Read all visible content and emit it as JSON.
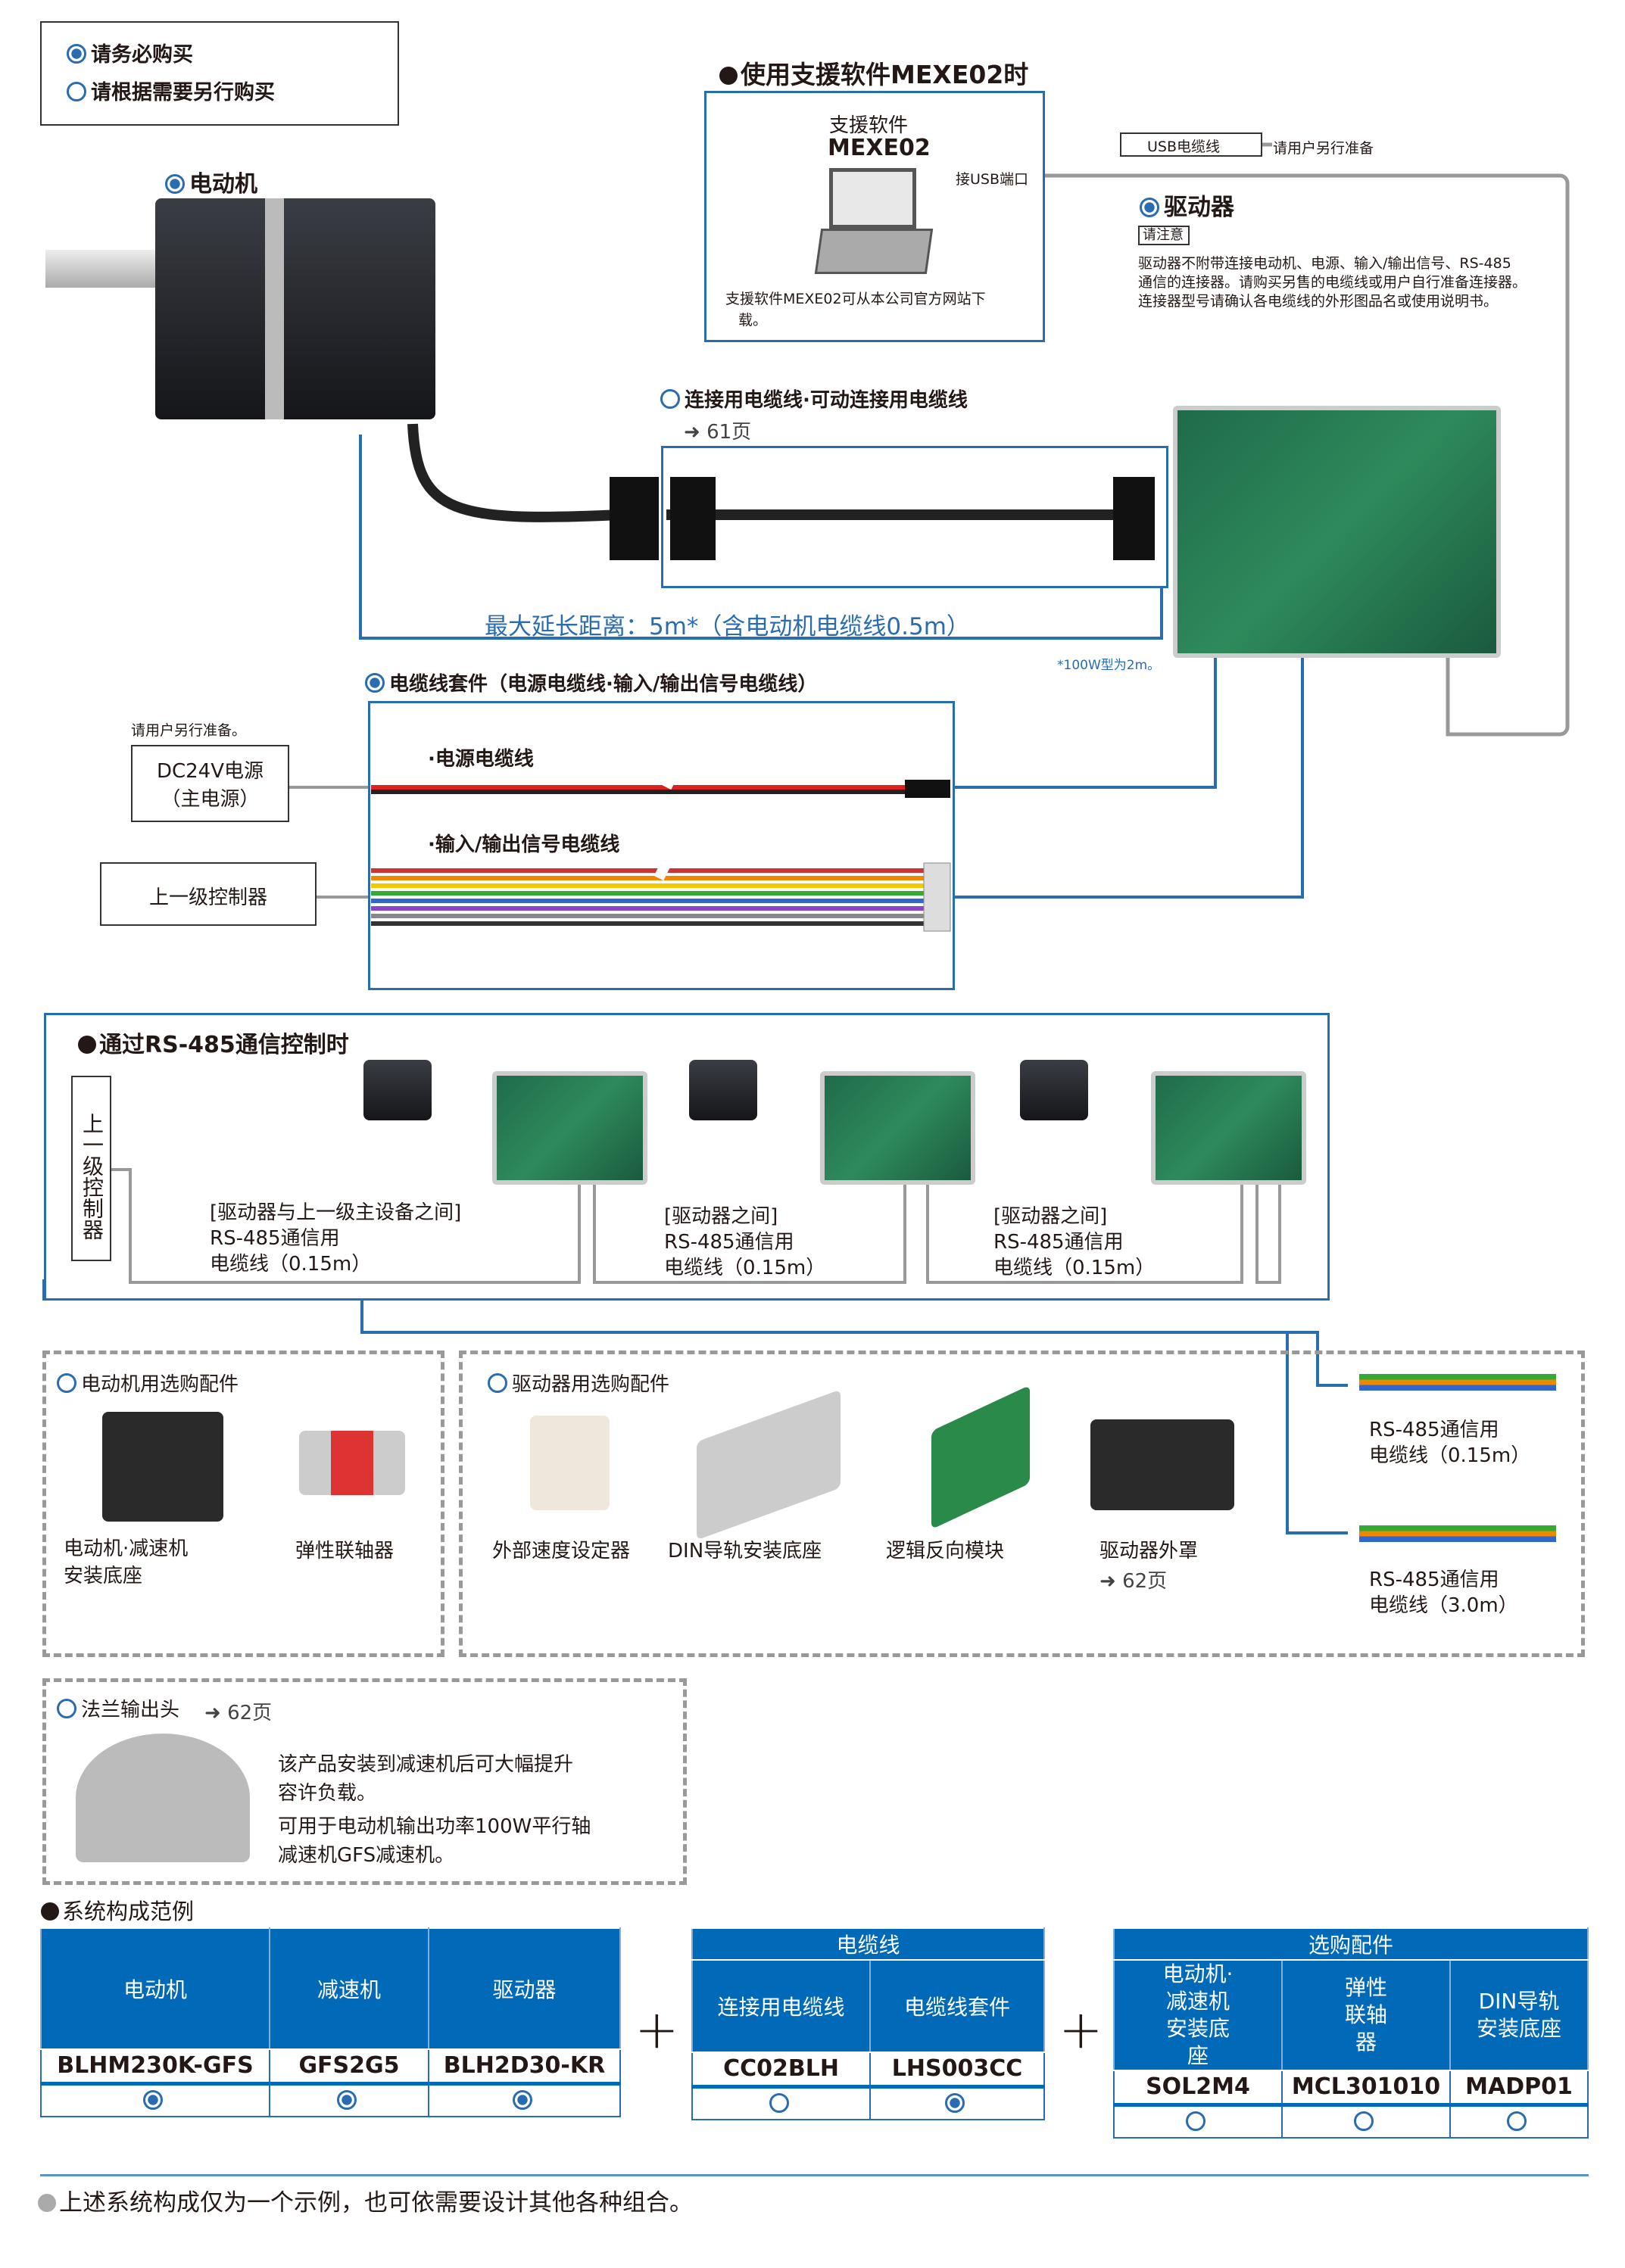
{
  "legend": {
    "required": "请务必购买",
    "optional": "请根据需要另行购买"
  },
  "software": {
    "title": "使用支援软件MEXE02时",
    "name_line1": "支援软件",
    "name_line2": "MEXE02",
    "usb_port": "接USB端口",
    "note": "支援软件MEXE02可从本公司官方网站下",
    "note2": "载。"
  },
  "usb": {
    "label": "USB电缆线",
    "note": "请用户另行准备"
  },
  "motor": {
    "label": "电动机"
  },
  "driver": {
    "label": "驱动器",
    "caution": "请注意",
    "text1": "驱动器不附带连接电动机、电源、输入/输出信号、RS-485",
    "text2": "通信的连接器。请购买另售的电缆线或用户自行准备连接器。",
    "text3": "连接器型号请确认各电缆线的外形图品名或使用说明书。"
  },
  "connection_cable": {
    "label": "连接用电缆线·可动连接用电缆线",
    "page": "61页",
    "max_length": "最大延长距离：5m*（含电动机电缆线0.5m）",
    "footnote": "*100W型为2m。"
  },
  "cable_kit": {
    "label": "电缆线套件（电源电缆线·输入/输出信号电缆线）",
    "user_prepare": "请用户另行准备。",
    "power_source": "DC24V电源",
    "power_source2": "（主电源）",
    "host": "上一级控制器",
    "power_cable": "·电源电缆线",
    "io_cable": "·输入/输出信号电缆线"
  },
  "rs485": {
    "title": "通过RS-485通信控制时",
    "host_vertical": "上一级控制器",
    "label1a": "[驱动器与上一级主设备之间]",
    "label1b": "RS-485通信用",
    "label1c": "电缆线（0.15m）",
    "label2a": "[驱动器之间]",
    "label2b": "RS-485通信用",
    "label2c": "电缆线（0.15m）",
    "label3a": "[驱动器之间]",
    "label3b": "RS-485通信用",
    "label3c": "电缆线（0.15m）"
  },
  "motor_acc": {
    "title": "电动机用选购配件",
    "item1a": "电动机·减速机",
    "item1b": "安装底座",
    "item2": "弹性联轴器"
  },
  "driver_acc": {
    "title": "驱动器用选购配件",
    "item1": "外部速度设定器",
    "item2": "DIN导轨安装底座",
    "item3": "逻辑反向模块",
    "item4": "驱动器外罩",
    "item4_page": "62页",
    "item5a": "RS-485通信用",
    "item5b": "电缆线（0.15m）",
    "item6a": "RS-485通信用",
    "item6b": "电缆线（3.0m）"
  },
  "flange": {
    "title": "法兰输出头",
    "page": "62页",
    "text1": "该产品安装到减速机后可大幅提升",
    "text2": "容许负载。",
    "text3": "可用于电动机输出功率100W平行轴",
    "text4": "减速机GFS减速机。"
  },
  "system": {
    "title": "系统构成范例",
    "t1": {
      "cols": [
        "电动机",
        "减速机",
        "驱动器"
      ],
      "models": [
        "BLHM230K-GFS",
        "GFS2G5",
        "BLH2D30-KR"
      ]
    },
    "t2": {
      "group": "电缆线",
      "cols": [
        "连接用电缆线",
        "电缆线套件"
      ],
      "models": [
        "CC02BLH",
        "LHS003CC"
      ]
    },
    "t3": {
      "group": "选购配件",
      "cols": [
        "电动机·减速机安装底座",
        "弹性联轴器",
        "DIN导轨安装底座"
      ],
      "models": [
        "SOL2M4",
        "MCL301010",
        "MADP01"
      ]
    },
    "plus": "+"
  },
  "footer": "上述系统构成仅为一个示例，也可依需要设计其他各种组合。"
}
